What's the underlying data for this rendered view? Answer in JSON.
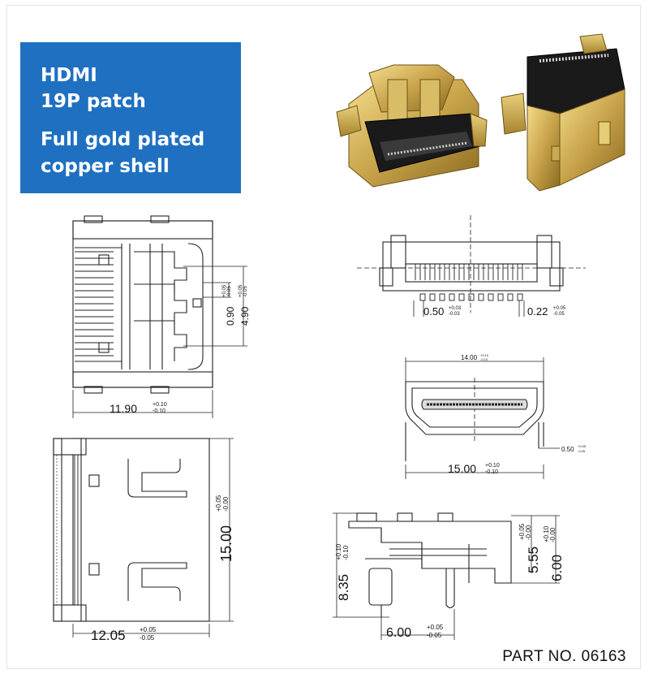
{
  "banner": {
    "line1": "HDMI",
    "line2": "19P patch",
    "line3": "Full gold plated",
    "line4": "copper shell"
  },
  "colors": {
    "banner_bg": "#1f70c1",
    "gold": "#c8a34a",
    "black_body": "#1a1a1a",
    "line": "#222222"
  },
  "dimensions": {
    "d1190": {
      "main": "11.90",
      "tol_top": "+0.10",
      "tol_bot": "-0.10"
    },
    "d090": {
      "main": "0.90",
      "tol_top": "+0.05",
      "tol_bot": "-0.05"
    },
    "d490": {
      "main": "4.90",
      "tol_top": "+0.05",
      "tol_bot": "-0.05"
    },
    "d050": {
      "main": "0.50",
      "tol_top": "+0.03",
      "tol_bot": "-0.03"
    },
    "d022": {
      "main": "0.22",
      "tol_top": "+0.05",
      "tol_bot": "-0.05"
    },
    "d1400": {
      "main": "14.00",
      "tol_top": "+0.10",
      "tol_bot": "-0.10"
    },
    "d050b": {
      "main": "0.50",
      "tol_top": "+0.05",
      "tol_bot": "-0.05"
    },
    "d1500a": {
      "main": "15.00",
      "tol_top": "+0.10",
      "tol_bot": "-0.10"
    },
    "d1500b": {
      "main": "15.00",
      "tol_top": "+0.05",
      "tol_bot": "-0.00"
    },
    "d1205": {
      "main": "12.05",
      "tol_top": "+0.05",
      "tol_bot": "-0.05"
    },
    "d835": {
      "main": "8.35",
      "tol_top": "+0.10",
      "tol_bot": "-0.10"
    },
    "d555": {
      "main": "5.55",
      "tol_top": "+0.05",
      "tol_bot": "-0.00"
    },
    "d600a": {
      "main": "6.00",
      "tol_top": "+0.10",
      "tol_bot": "-0.00"
    },
    "d600b": {
      "main": "6.00",
      "tol_top": "+0.05",
      "tol_bot": "-0.05"
    }
  },
  "part_number": "PART NO. 06163"
}
